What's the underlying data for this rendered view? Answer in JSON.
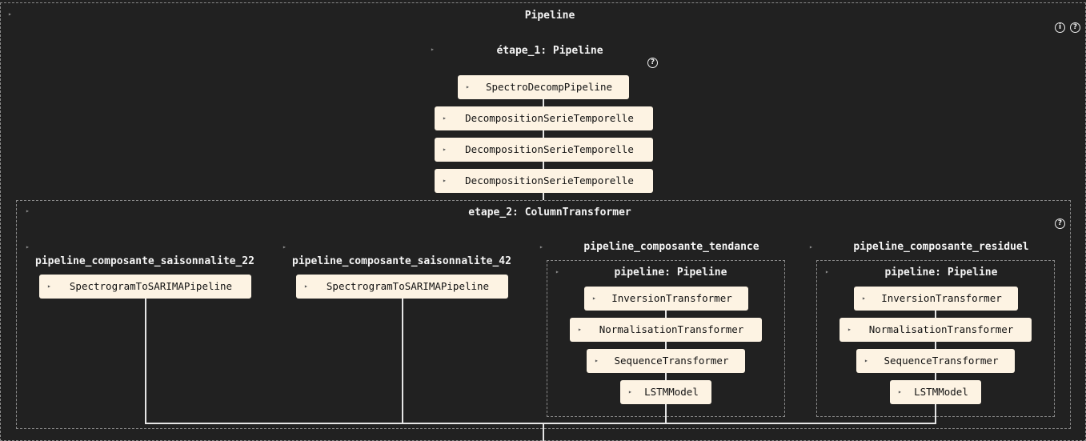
{
  "root": {
    "title": "Pipeline",
    "info_icon": "ⓘ",
    "help_icon": "?"
  },
  "etape1": {
    "title": "étape_1: Pipeline",
    "help_icon": "?",
    "steps": [
      "SpectroDecompPipeline",
      "DecompositionSerieTemporelle",
      "DecompositionSerieTemporelle",
      "DecompositionSerieTemporelle"
    ]
  },
  "etape2": {
    "title": "etape_2: ColumnTransformer",
    "help_icon": "?",
    "col1": {
      "title": "pipeline_composante_saisonnalite_22",
      "estimator": "SpectrogramToSARIMAPipeline"
    },
    "col2": {
      "title": "pipeline_composante_saisonnalite_42",
      "estimator": "SpectrogramToSARIMAPipeline"
    },
    "col3": {
      "title": "pipeline_composante_tendance",
      "inner_title": "pipeline: Pipeline",
      "steps": [
        "InversionTransformer",
        "NormalisationTransformer",
        "SequenceTransformer",
        "LSTMModel"
      ]
    },
    "col4": {
      "title": "pipeline_composante_residuel",
      "inner_title": "pipeline: Pipeline",
      "steps": [
        "InversionTransformer",
        "NormalisationTransformer",
        "SequenceTransformer",
        "LSTMModel"
      ]
    }
  },
  "toggle_glyph": "▸"
}
